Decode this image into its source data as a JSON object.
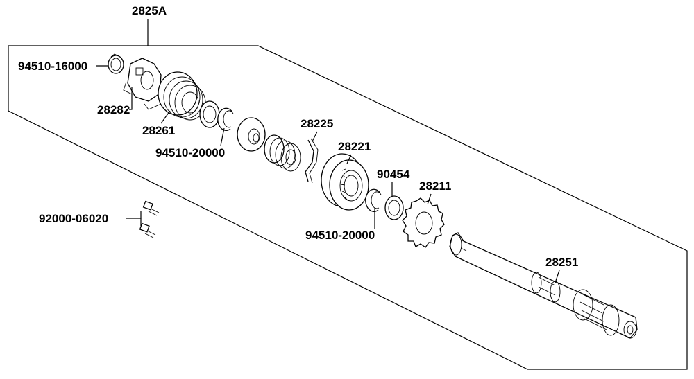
{
  "labels": {
    "assembly": "2825A",
    "snap_ring_top": "94510-16000",
    "spring_guide": "28282",
    "spring": "28261",
    "snap_ring_mid": "94510-20000",
    "ratchet_spring": "28225",
    "ratchet": "28221",
    "washer": "90454",
    "kick_gear": "28211",
    "snap_ring_low": "94510-20000",
    "bolt": "92000-06020",
    "kick_shaft": "28251"
  },
  "colors": {
    "line": "#000000",
    "background": "#ffffff"
  }
}
